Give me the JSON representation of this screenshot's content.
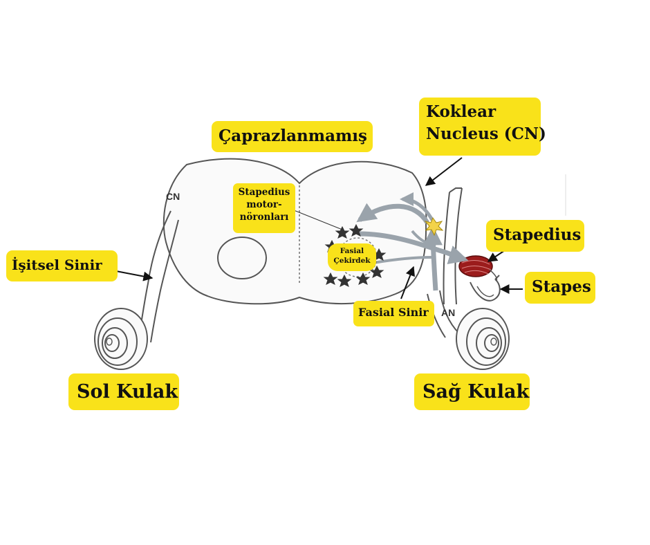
{
  "labels": {
    "caprazlanmamis": "Çaprazlanmamış",
    "koklear_line1": "Koklear",
    "koklear_line2": "Nucleus (CN)",
    "stapedius_motor_line1": "Stapedius",
    "stapedius_motor_line2": "motor-",
    "stapedius_motor_line3": "nöronları",
    "fasial_cekirdek_line1": "Fasial",
    "fasial_cekirdek_line2": "Çekirdek",
    "stapedius": "Stapedius",
    "stapes": "Stapes",
    "isitsel_sinir": "İşitsel Sinir",
    "fasial_sinir": "Fasial Sinir",
    "sol_kulak": "Sol Kulak",
    "sag_kulak": "Sağ Kulak"
  },
  "diagram_text": {
    "cn": "CN",
    "an": "AN"
  },
  "colors": {
    "label_bg": "#f9e21a",
    "outline": "#555555",
    "pathway": "#9aa3ab",
    "muscle": "#9b1c1c",
    "neuron": "#f3d34a"
  }
}
